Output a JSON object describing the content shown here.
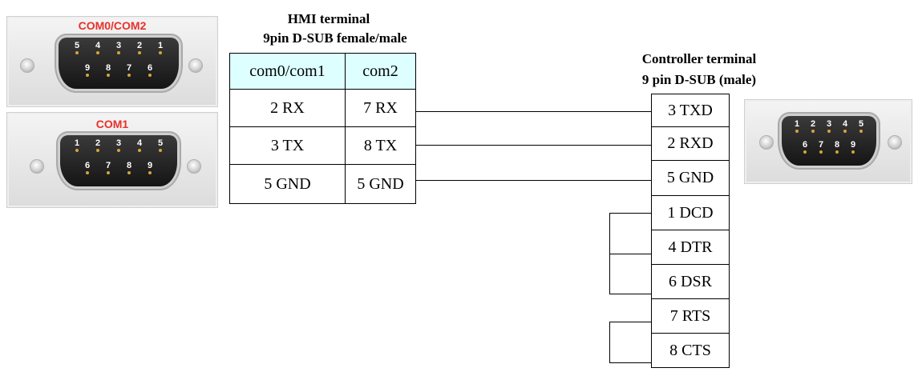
{
  "hmi_connectors": {
    "top": {
      "label": "COM0/COM2",
      "label_color": "#e8312b",
      "pins_row1": [
        "5",
        "4",
        "3",
        "2",
        "1"
      ],
      "pins_row2": [
        "9",
        "8",
        "7",
        "6"
      ]
    },
    "bottom": {
      "label": "COM1",
      "label_color": "#e8312b",
      "pins_row1": [
        "1",
        "2",
        "3",
        "4",
        "5"
      ],
      "pins_row2": [
        "6",
        "7",
        "8",
        "9"
      ]
    }
  },
  "controller_connector": {
    "pins_row1": [
      "1",
      "2",
      "3",
      "4",
      "5"
    ],
    "pins_row2": [
      "6",
      "7",
      "8",
      "9"
    ]
  },
  "hmi_title": {
    "line1": "HMI terminal",
    "line2": "9pin D-SUB female/male"
  },
  "controller_title": {
    "line1": "Controller terminal",
    "line2": "9 pin D-SUB (male)"
  },
  "hmi_table": {
    "headers": [
      "com0/com1",
      "com2"
    ],
    "header_bg": "#ddffff",
    "rows": [
      [
        "2 RX",
        "7 RX"
      ],
      [
        "3 TX",
        "8 TX"
      ],
      [
        "5 GND",
        "5 GND"
      ]
    ]
  },
  "controller_pins": [
    "3 TXD",
    "2 RXD",
    "5 GND",
    "1 DCD",
    "4 DTR",
    "6 DSR",
    "7 RTS",
    "8 CTS"
  ]
}
